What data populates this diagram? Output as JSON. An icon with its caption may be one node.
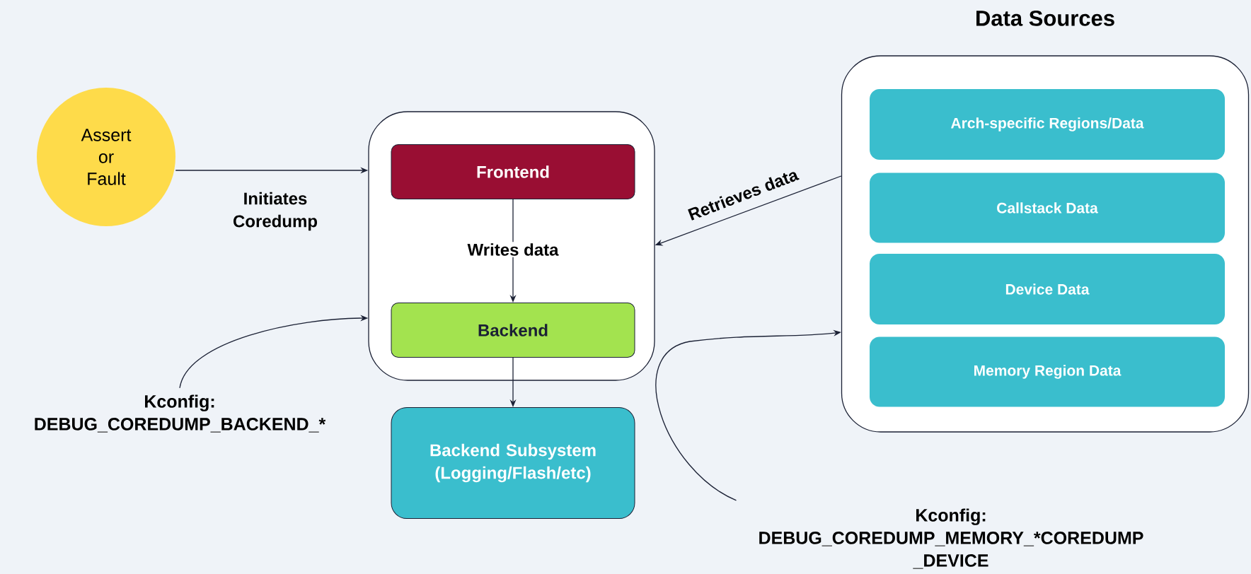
{
  "diagram": {
    "nodes": [
      {
        "text": [
          "Assert or Fault"
        ]
      },
      {
        "text": [],
        "shape": "box"
      },
      {
        "text": [
          "Frontend"
        ],
        "in": 1
      },
      {
        "text": [
          "Backend"
        ],
        "in": 1
      },
      {
        "text": [
          "Backend Subsystem (Logging/Flash/etc)"
        ]
      },
      {
        "text": [
          "Data Sources"
        ]
      },
      {
        "text": [
          "Arch-specific Regions/Data"
        ],
        "in": 5
      },
      {
        "text": [
          "Callstack Data"
        ],
        "in": 5
      },
      {
        "text": [
          "Device Data"
        ],
        "in": 5
      },
      {
        "text": [
          "Memory Region Data"
        ],
        "in": 5
      },
      {
        "text": [
          "Kconfig: DEBUG_COREDUMP_BACKEND_*"
        ]
      },
      {
        "text": [
          "Kconfig: DEBUG_COREDUMP_MEMORY_*COREDUMP _DEVICE"
        ]
      }
    ],
    "edges": [
      {
        "from": 0,
        "to": 1,
        "arrow": "to",
        "label": "Initiates Coredump"
      },
      {
        "from": 2,
        "to": 3,
        "arrow": "to",
        "label": "Writes data"
      },
      {
        "from": 3,
        "to": 4,
        "arrow": "to"
      },
      {
        "from": 5,
        "to": 1,
        "arrow": "to",
        "label": "Retrieves data"
      },
      {
        "from": 10,
        "to": 1,
        "arrow": "to"
      },
      {
        "from": 11,
        "to": 5,
        "arrow": "to"
      }
    ]
  }
}
